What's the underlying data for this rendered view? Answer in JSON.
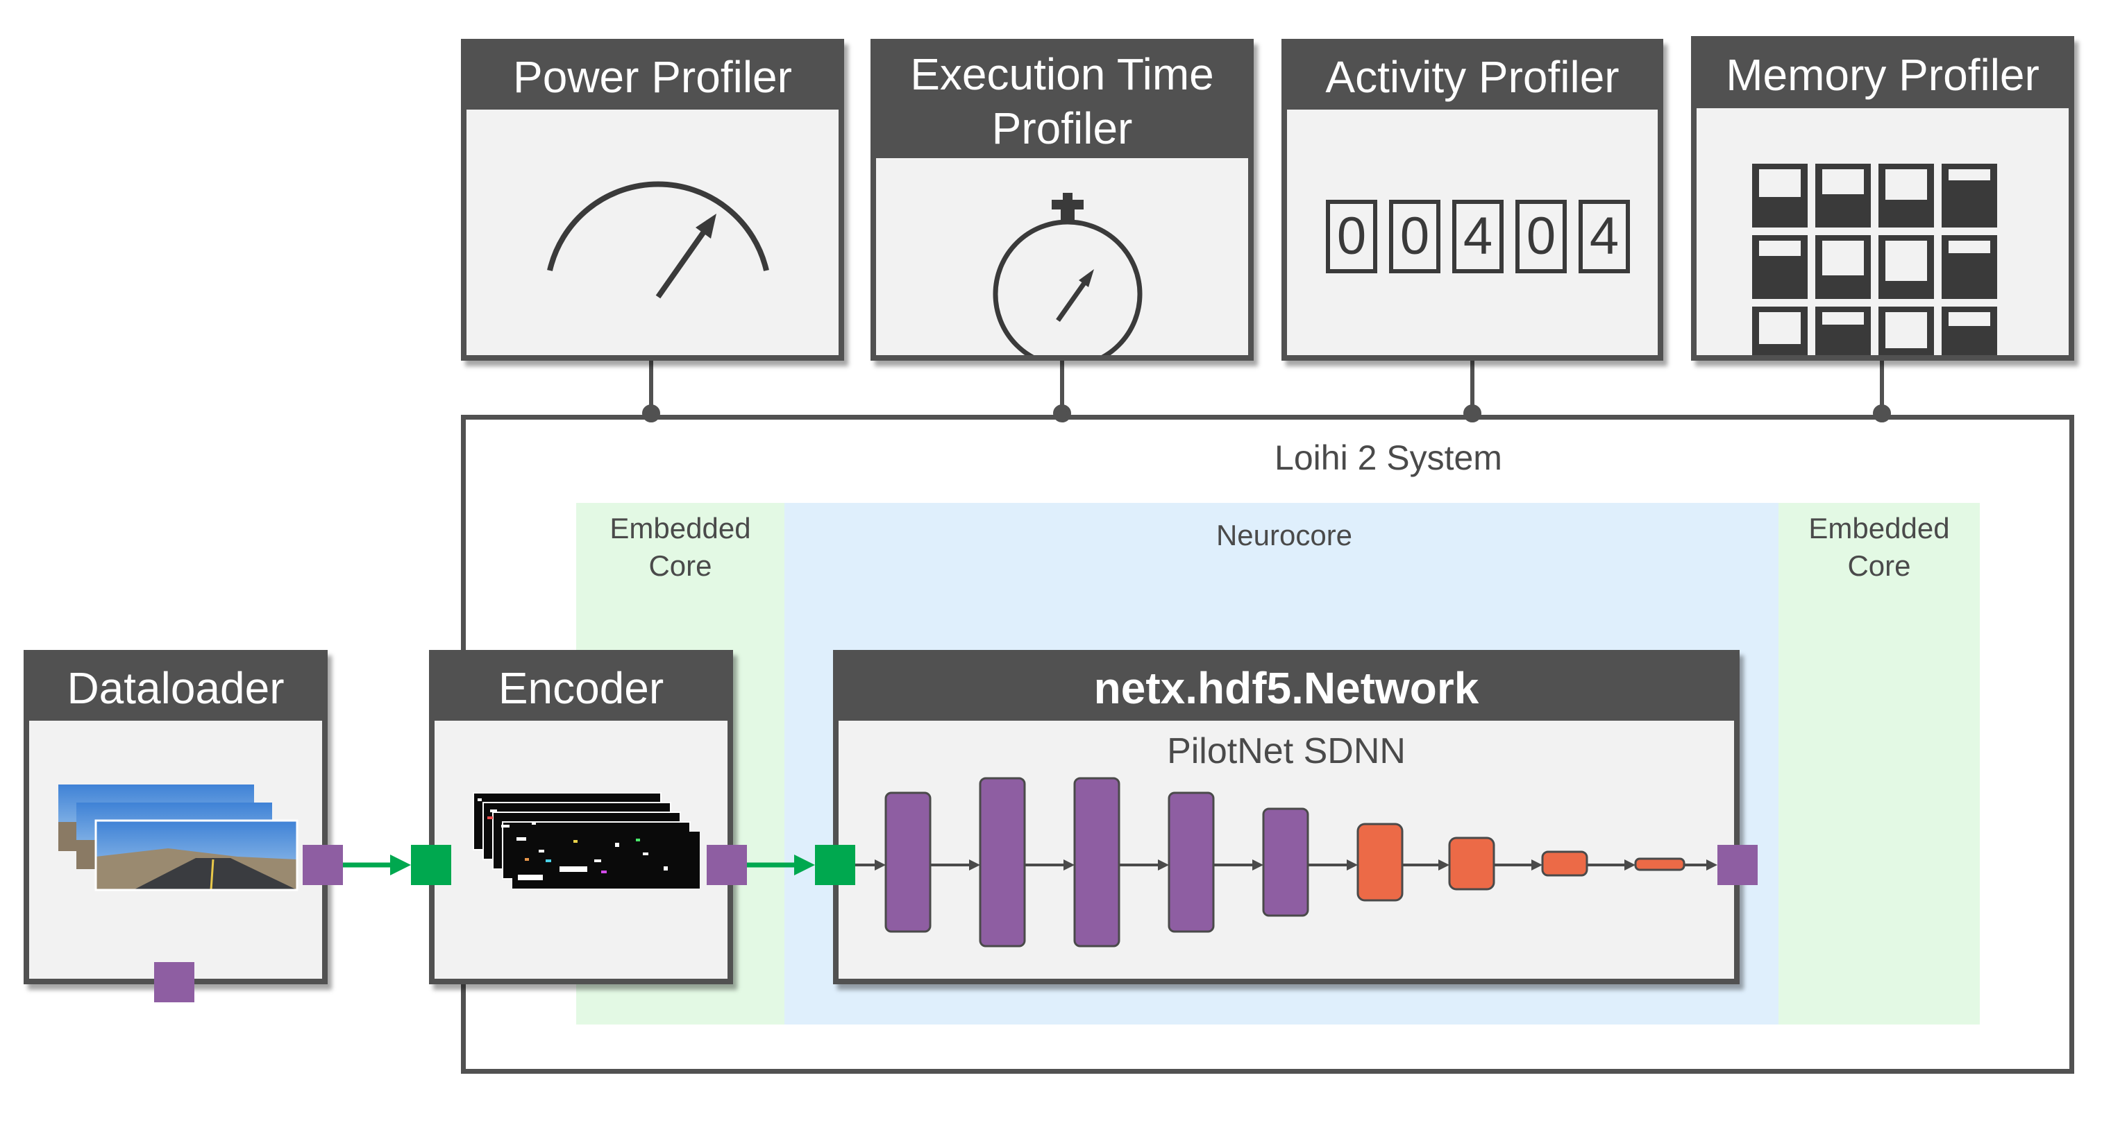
{
  "profilers": {
    "power": {
      "title": "Power Profiler"
    },
    "execution_time": {
      "title": "Execution Time Profiler"
    },
    "activity": {
      "title": "Activity Profiler",
      "digits": [
        "0",
        "0",
        "4",
        "0",
        "4"
      ]
    },
    "memory": {
      "title": "Memory Profiler"
    }
  },
  "system": {
    "title": "Loihi 2 System",
    "embedded_core_left": "Embedded Core",
    "neurocore": "Neurocore",
    "embedded_core_right": "Embedded Core"
  },
  "dataloader": {
    "title": "Dataloader"
  },
  "encoder": {
    "title": "Encoder"
  },
  "network": {
    "title": "netx.hdf5.Network",
    "subtitle": "PilotNet SDNN"
  },
  "colors": {
    "frame": "#515151",
    "panel_bg": "#f2f2f2",
    "embedded_core_bg": "#e3f9e4",
    "neurocore_bg": "#dfeffc",
    "out_port": "#8e5ea2",
    "in_port": "#00a84f",
    "conv_layer": "#8e5ea2",
    "dense_layer": "#ec6a47",
    "edge": "#00a84f"
  },
  "icons": {
    "power": "gauge-icon",
    "execution_time": "stopwatch-icon",
    "activity": "counter-icon",
    "memory": "memory-blocks-icon"
  }
}
